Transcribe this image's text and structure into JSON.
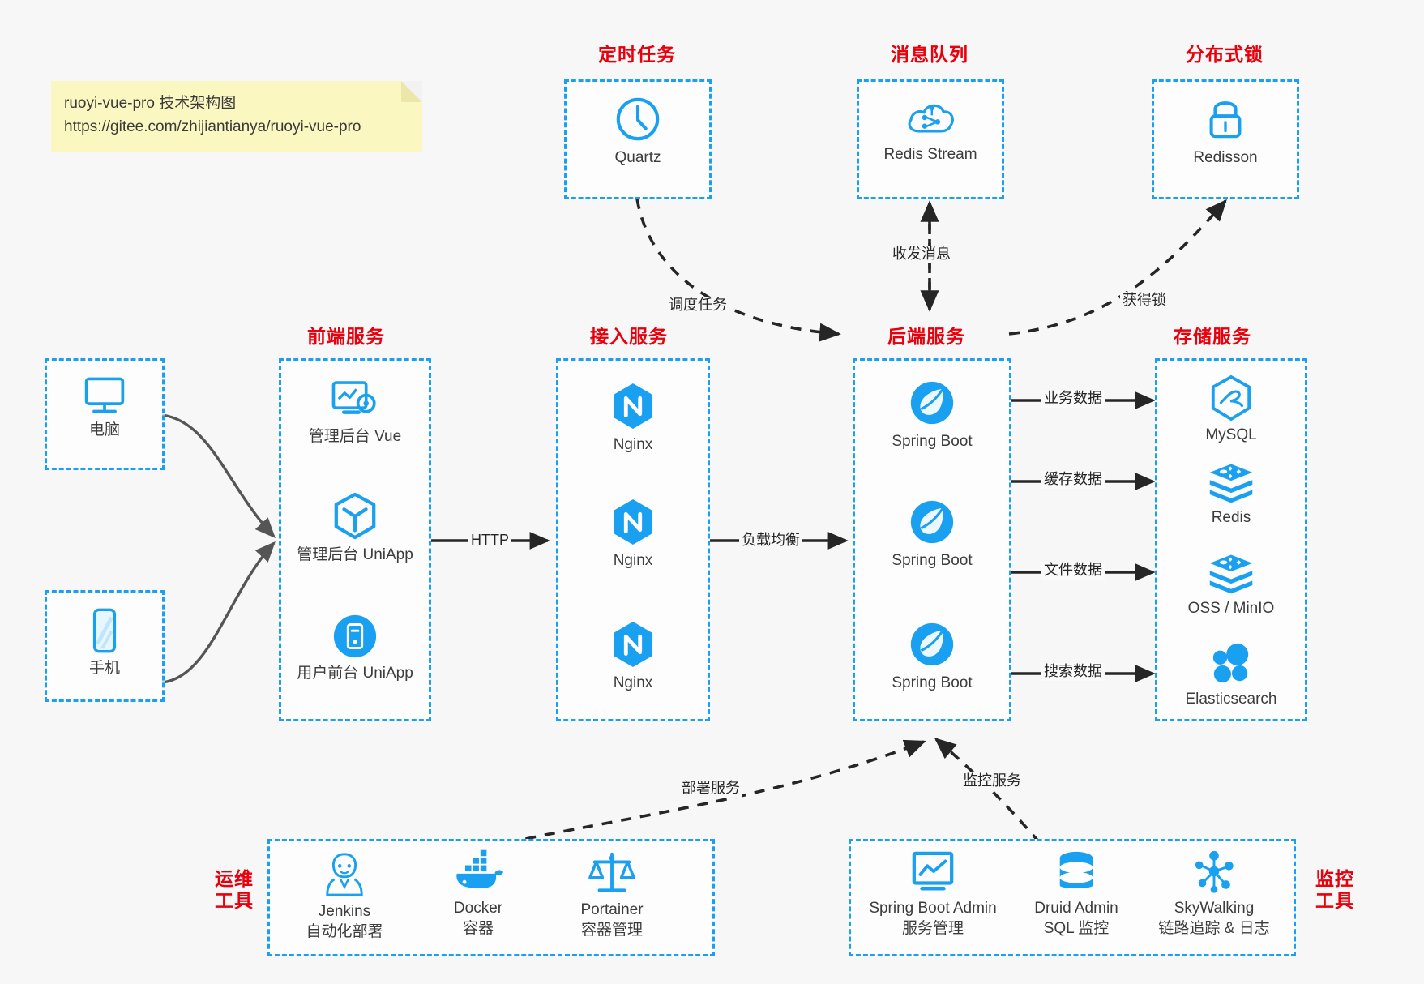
{
  "note": {
    "line1": "ruoyi-vue-pro 技术架构图",
    "line2": "https://gitee.com/zhijiantianya/ruoyi-vue-pro"
  },
  "colors": {
    "accent_blue": "#1aa0f0",
    "title_red": "#e8000d",
    "arrow_dark": "#262626",
    "arrow_grey": "#555555",
    "background": "#f7f7f7",
    "note_yellow": "#fbf7c0"
  },
  "groups": {
    "scheduler": {
      "title": "定时任务"
    },
    "mq": {
      "title": "消息队列"
    },
    "lock": {
      "title": "分布式锁"
    },
    "frontend": {
      "title": "前端服务"
    },
    "gateway": {
      "title": "接入服务"
    },
    "backend": {
      "title": "后端服务"
    },
    "storage": {
      "title": "存储服务"
    },
    "devops": {
      "title_l1": "运维",
      "title_l2": "工具"
    },
    "monitor": {
      "title_l1": "监控",
      "title_l2": "工具"
    }
  },
  "nodes": {
    "clients": [
      {
        "label": "电脑",
        "icon": "desktop-monitor-icon"
      },
      {
        "label": "手机",
        "icon": "mobile-phone-icon"
      }
    ],
    "frontend": [
      {
        "label": "管理后台 Vue",
        "icon": "admin-dashboard-icon"
      },
      {
        "label": "管理后台 UniApp",
        "icon": "uniapp-cube-icon"
      },
      {
        "label": "用户前台 UniApp",
        "icon": "uniapp-mobile-icon"
      }
    ],
    "gateway": [
      {
        "label": "Nginx",
        "icon": "nginx-icon"
      },
      {
        "label": "Nginx",
        "icon": "nginx-icon"
      },
      {
        "label": "Nginx",
        "icon": "nginx-icon"
      }
    ],
    "backend": [
      {
        "label": "Spring Boot",
        "icon": "spring-boot-icon"
      },
      {
        "label": "Spring Boot",
        "icon": "spring-boot-icon"
      },
      {
        "label": "Spring Boot",
        "icon": "spring-boot-icon"
      }
    ],
    "storage": [
      {
        "label": "MySQL",
        "icon": "mysql-icon"
      },
      {
        "label": "Redis",
        "icon": "redis-stack-icon"
      },
      {
        "label": "OSS / MinIO",
        "icon": "oss-stack-icon"
      },
      {
        "label": "Elasticsearch",
        "icon": "elasticsearch-icon"
      }
    ],
    "scheduler": [
      {
        "label": "Quartz",
        "icon": "clock-icon"
      }
    ],
    "mq": [
      {
        "label": "Redis Stream",
        "icon": "cloud-stream-icon"
      }
    ],
    "lock": [
      {
        "label": "Redisson",
        "icon": "padlock-icon"
      }
    ],
    "devops": [
      {
        "label": "Jenkins",
        "sub": "自动化部署",
        "icon": "jenkins-butler-icon"
      },
      {
        "label": "Docker",
        "sub": "容器",
        "icon": "docker-whale-icon"
      },
      {
        "label": "Portainer",
        "sub": "容器管理",
        "icon": "scales-balance-icon"
      }
    ],
    "monitor": [
      {
        "label": "Spring Boot Admin",
        "sub": "服务管理",
        "icon": "monitor-chart-icon"
      },
      {
        "label": "Druid Admin",
        "sub": "SQL 监控",
        "icon": "database-stack-icon"
      },
      {
        "label": "SkyWalking",
        "sub": "链路追踪 & 日志",
        "icon": "skywalking-nodes-icon"
      }
    ]
  },
  "edges": [
    {
      "label": "HTTP",
      "from": "frontend",
      "to": "gateway"
    },
    {
      "label": "负载均衡",
      "from": "gateway",
      "to": "backend"
    },
    {
      "label": "调度任务",
      "from": "scheduler",
      "to": "backend"
    },
    {
      "label": "收发消息",
      "from": "backend",
      "to": "mq"
    },
    {
      "label": "获得锁",
      "from": "backend",
      "to": "lock"
    },
    {
      "label": "业务数据",
      "from": "backend",
      "to": "mysql"
    },
    {
      "label": "缓存数据",
      "from": "backend",
      "to": "redis"
    },
    {
      "label": "文件数据",
      "from": "backend",
      "to": "oss"
    },
    {
      "label": "搜索数据",
      "from": "backend",
      "to": "elasticsearch"
    },
    {
      "label": "部署服务",
      "from": "devops",
      "to": "backend"
    },
    {
      "label": "监控服务",
      "from": "monitor",
      "to": "backend"
    }
  ]
}
